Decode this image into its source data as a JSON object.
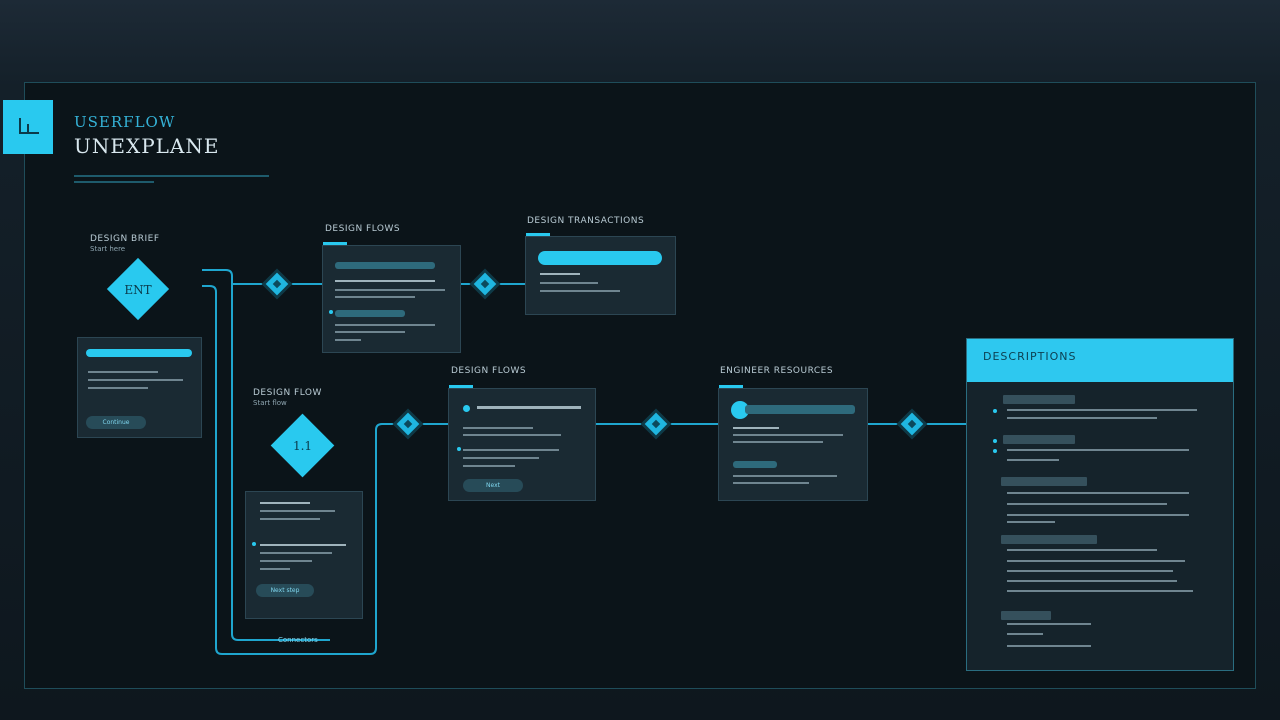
{
  "brand": {
    "subtitle": "USERFLOW",
    "title": "UNEXPLANE"
  },
  "branches": {
    "top": {
      "label": "DESIGN BRIEF",
      "sub": "Start here",
      "diamond": "ENT",
      "card_button": "Continue"
    },
    "bottom": {
      "label": "DESIGN FLOW",
      "sub": "Start flow",
      "diamond": "1.1",
      "card_button": "Next step",
      "footer_label": "Connectors"
    }
  },
  "steps": [
    {
      "title": "DESIGN FLOWS"
    },
    {
      "title": "DESIGN TRANSACTIONS"
    },
    {
      "title": "DESIGN FLOWS"
    },
    {
      "title": "ENGINEER RESOURCES"
    }
  ],
  "step_button": "Next",
  "panel": {
    "title": "DESCRIPTIONS"
  },
  "colors": {
    "accent": "#29c9ef",
    "background": "#0b1419",
    "card": "#1a2a33"
  }
}
